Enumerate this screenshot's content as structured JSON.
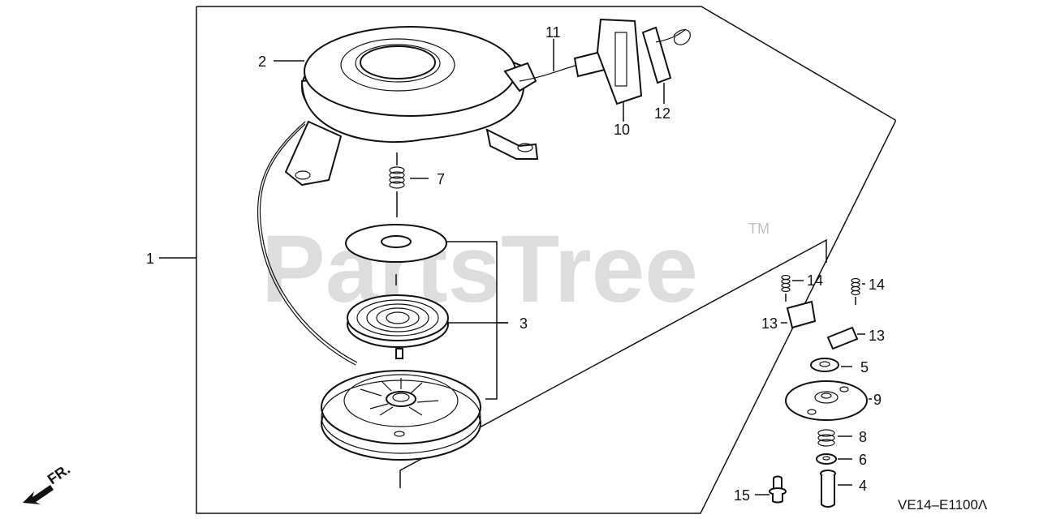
{
  "watermark": {
    "text": "PartsTree",
    "trademark": "TM"
  },
  "diagram_code": "VE14–E1100Λ",
  "orientation_label": "FR.",
  "callouts": {
    "c1": "1",
    "c2": "2",
    "c3": "3",
    "c4": "4",
    "c5": "5",
    "c6": "6",
    "c7": "7",
    "c8": "8",
    "c9": "9",
    "c10": "10",
    "c11": "11",
    "c12": "12",
    "c13a": "13",
    "c13b": "13",
    "c14a": "14",
    "c14b": "14",
    "c15": "15"
  },
  "parts": {
    "starter_case": "recoil-starter-case",
    "starter_rope": "starter-rope",
    "starter_grip": "starter-grip",
    "grip_plug": "grip-plug",
    "spring_cover_plate": "spring-cover-plate",
    "recoil_spring": "recoil-spring",
    "starter_pulley": "starter-pulley",
    "ratchet_plate": "ratchet-plate",
    "ratchet_pawl": "ratchet-pawl",
    "pawl_spring": "pawl-spring",
    "friction_spring": "friction-spring",
    "washer": "washer",
    "setting_pin": "setting-pin",
    "shaft_collar": "shaft-collar",
    "set_bolt": "set-bolt",
    "small_spring": "small-spring"
  }
}
